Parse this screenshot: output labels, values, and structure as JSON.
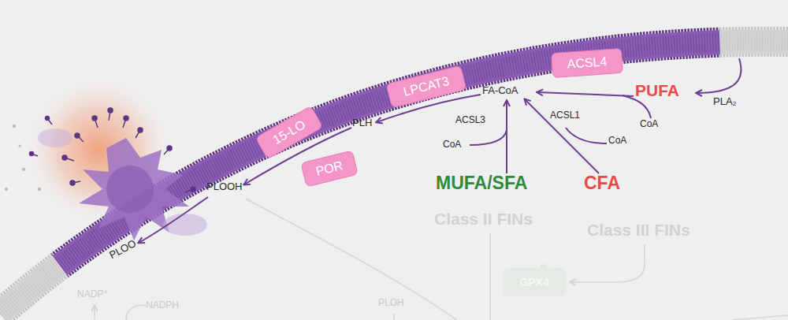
{
  "diagram": {
    "nodes": [
      {
        "text": [
          "ACSL4"
        ]
      },
      {
        "text": [
          "LPCAT3"
        ]
      },
      {
        "text": [
          "15-LO"
        ]
      },
      {
        "text": [
          "POR"
        ]
      },
      {
        "text": [
          "GPX4"
        ]
      }
    ],
    "labels": [
      "PUFA",
      "PLA₂",
      "FA-CoA",
      "ACSL3",
      "ACSL1",
      "CoA",
      "CoA",
      "CoA",
      "PLH",
      "PLOOH",
      "MUFA/SFA",
      "CFA",
      "PLOO",
      "Class II FINs",
      "Class III FINs",
      "NADP⁺",
      "NADPH",
      "PLOH"
    ]
  }
}
